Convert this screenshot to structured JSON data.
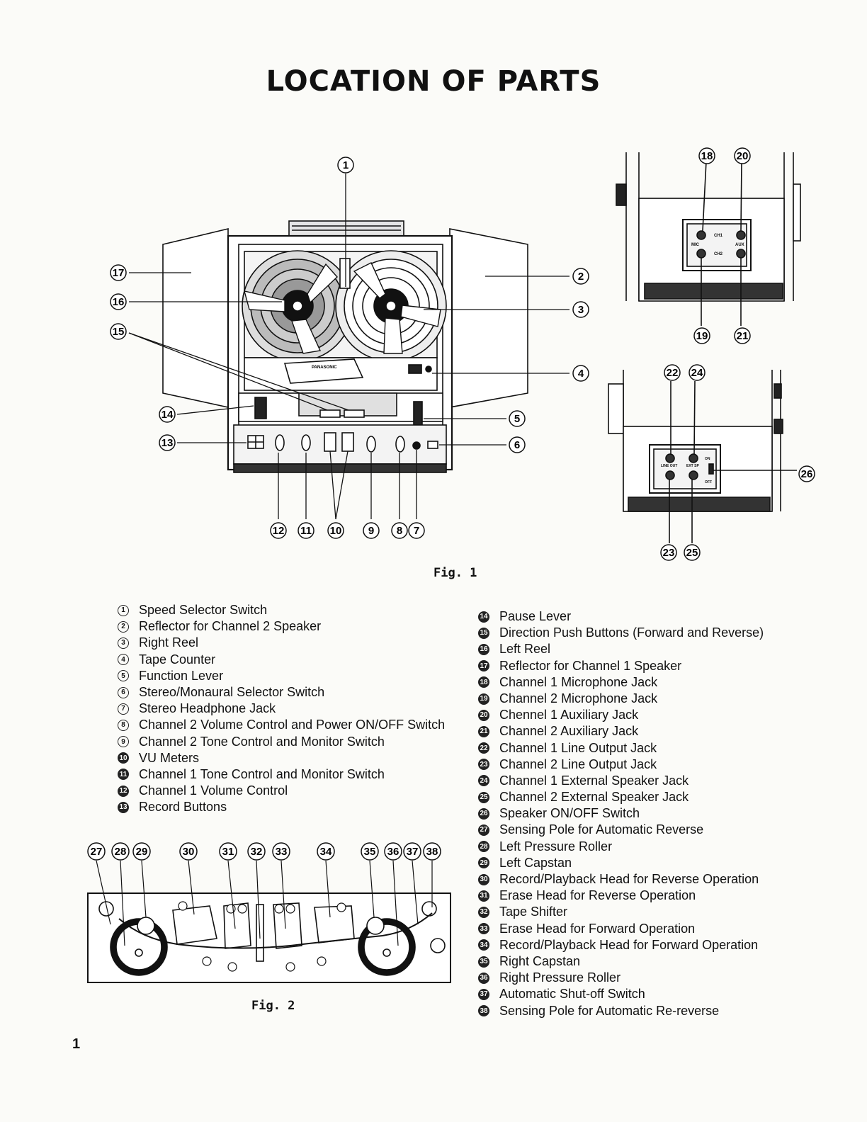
{
  "page": {
    "title": "LOCATION OF PARTS",
    "fig1_caption": "Fig. 1",
    "fig2_caption": "Fig. 2",
    "page_number": "1"
  },
  "figure1": {
    "brand_label": "PANASONIC",
    "callouts": [
      "1",
      "2",
      "3",
      "4",
      "5",
      "6",
      "7",
      "8",
      "9",
      "10",
      "11",
      "12",
      "13",
      "14",
      "15",
      "16",
      "17"
    ]
  },
  "side_panel_top": {
    "labels": {
      "mic": "MIC",
      "aux": "AUX",
      "ch1": "CH1",
      "ch2": "CH2"
    },
    "callouts": [
      "18",
      "20",
      "19",
      "21"
    ]
  },
  "side_panel_bottom": {
    "labels": {
      "lineout": "LINE OUT",
      "extsp": "EXT SP",
      "on": "ON",
      "off": "OFF"
    },
    "callouts": [
      "22",
      "24",
      "23",
      "25",
      "26"
    ]
  },
  "figure2": {
    "callouts": [
      "27",
      "28",
      "29",
      "30",
      "31",
      "32",
      "33",
      "34",
      "35",
      "36",
      "37",
      "38"
    ]
  },
  "parts_left": [
    {
      "num": "1",
      "label": "Speed Selector Switch"
    },
    {
      "num": "2",
      "label": "Reflector for Channel 2 Speaker"
    },
    {
      "num": "3",
      "label": "Right Reel"
    },
    {
      "num": "4",
      "label": "Tape Counter"
    },
    {
      "num": "5",
      "label": "Function Lever"
    },
    {
      "num": "6",
      "label": "Stereo/Monaural Selector Switch"
    },
    {
      "num": "7",
      "label": "Stereo Headphone Jack"
    },
    {
      "num": "8",
      "label": "Channel 2 Volume Control and Power ON/OFF Switch"
    },
    {
      "num": "9",
      "label": "Channel 2 Tone Control and Monitor Switch"
    },
    {
      "num": "10",
      "label": "VU Meters"
    },
    {
      "num": "11",
      "label": "Channel 1 Tone Control and Monitor Switch"
    },
    {
      "num": "12",
      "label": "Channel 1 Volume Control"
    },
    {
      "num": "13",
      "label": "Record Buttons"
    }
  ],
  "parts_right": [
    {
      "num": "14",
      "label": "Pause Lever"
    },
    {
      "num": "15",
      "label": "Direction Push Buttons (Forward and Reverse)"
    },
    {
      "num": "16",
      "label": "Left Reel"
    },
    {
      "num": "17",
      "label": "Reflector for Channel 1 Speaker"
    },
    {
      "num": "18",
      "label": "Channel 1 Microphone Jack"
    },
    {
      "num": "19",
      "label": "Channel 2 Microphone Jack"
    },
    {
      "num": "20",
      "label": "Chennel 1 Auxiliary Jack"
    },
    {
      "num": "21",
      "label": "Channel 2 Auxiliary Jack"
    },
    {
      "num": "22",
      "label": "Channel 1 Line Output Jack"
    },
    {
      "num": "23",
      "label": "Channel 2 Line Output Jack"
    },
    {
      "num": "24",
      "label": "Channel 1 External Speaker Jack"
    },
    {
      "num": "25",
      "label": "Channel 2 External Speaker Jack"
    },
    {
      "num": "26",
      "label": "Speaker ON/OFF Switch"
    },
    {
      "num": "27",
      "label": "Sensing Pole for Automatic Reverse"
    },
    {
      "num": "28",
      "label": "Left Pressure Roller"
    },
    {
      "num": "29",
      "label": "Left Capstan"
    },
    {
      "num": "30",
      "label": "Record/Playback Head for Reverse Operation"
    },
    {
      "num": "31",
      "label": "Erase Head for Reverse Operation"
    },
    {
      "num": "32",
      "label": "Tape Shifter"
    },
    {
      "num": "33",
      "label": "Erase Head for Forward Operation"
    },
    {
      "num": "34",
      "label": "Record/Playback Head for Forward Operation"
    },
    {
      "num": "35",
      "label": "Right Capstan"
    },
    {
      "num": "36",
      "label": "Right Pressure Roller"
    },
    {
      "num": "37",
      "label": "Automatic Shut-off Switch"
    },
    {
      "num": "38",
      "label": "Sensing Pole for Automatic Re-reverse"
    }
  ]
}
